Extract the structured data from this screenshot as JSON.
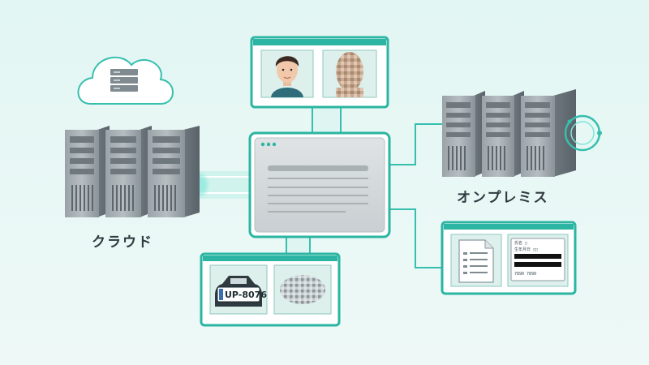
{
  "labels": {
    "cloud": "クラウド",
    "on_premise": "オンプレミス"
  },
  "license_plate": {
    "text": "UP-8076"
  },
  "id_card": {
    "line1": "氏名 □",
    "line2": "生年月日 □□",
    "line3": "番号 ████████",
    "line4": "7890 7890"
  },
  "colors": {
    "accent_teal": "#36bfae",
    "panel_border": "#2bb5a2",
    "server_gray": "#8e979c",
    "background": "#e2f6f3"
  },
  "icons": [
    "cloud-icon",
    "server-icon",
    "face-avatar-icon",
    "pixelated-face-icon",
    "car-icon",
    "pixelated-plate-icon",
    "document-icon",
    "id-card-icon",
    "sync-ring-icon",
    "dashboard-window-icon"
  ]
}
